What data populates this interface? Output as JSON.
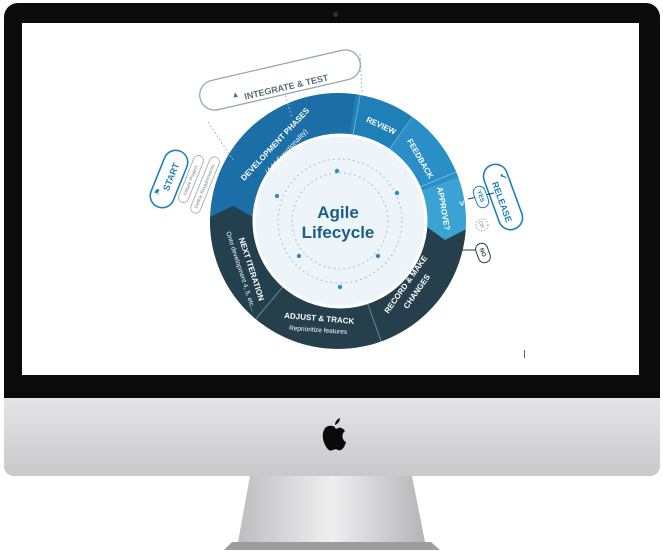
{
  "diagram": {
    "center_title_line1": "Agile",
    "center_title_line2": "Lifecycle",
    "segments": {
      "development_phases": "DEVELOPMENT PHASES",
      "development_sub": "(Add Functionality)",
      "review": "REVIEW",
      "feedback": "FEEDBACK",
      "approve": "APPROVE?",
      "record_line1": "RECORD & MAKE",
      "record_line2": "CHANGES",
      "adjust": "ADJUST & TRACK",
      "adjust_sub": "Reprioritize features",
      "next": "NEXT ITERATION",
      "next_sub": "Onto development 4, 5, etc..."
    },
    "integrate": "INTEGRATE & TEST",
    "start": "START",
    "start_steps": [
      "Initiate Project",
      "Define Requirements"
    ],
    "release": "RELEASE",
    "yes": "YES",
    "or": "OR",
    "no": "NO",
    "approve_arrow": ">"
  },
  "colors": {
    "dev": "#1b6ea6",
    "review": "#1f80b9",
    "feedback": "#2a8fc6",
    "approve": "#3aa3d3",
    "dark": "#263f4c",
    "inner": "#eef5fa",
    "title": "#1b5d86"
  }
}
